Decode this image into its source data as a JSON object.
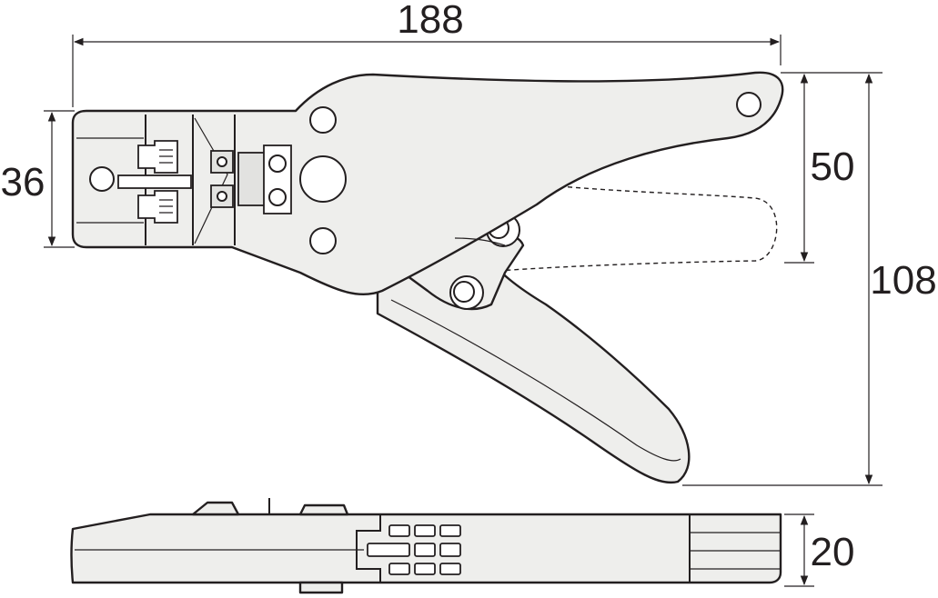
{
  "dimensions": {
    "overall_length": "188",
    "head_height": "36",
    "handle_opening": "50",
    "overall_height": "108",
    "thickness": "20"
  },
  "colors": {
    "outline": "#231f20",
    "body_fill": "#eeeeec",
    "background": "#ffffff"
  }
}
